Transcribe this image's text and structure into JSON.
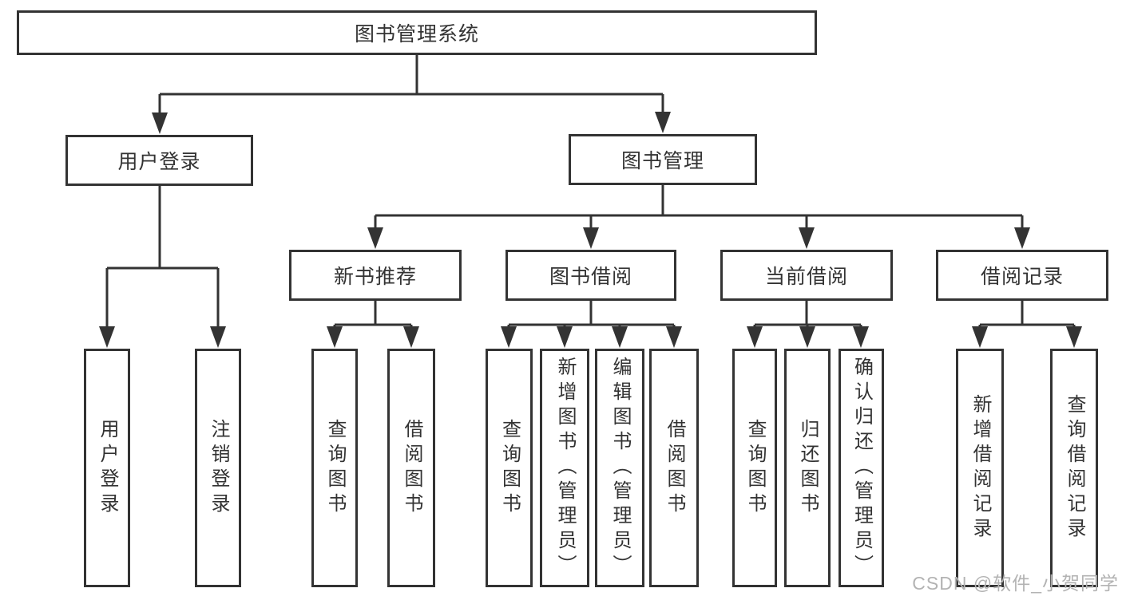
{
  "diagram": {
    "root": {
      "label": "图书管理系统",
      "children": [
        {
          "label": "用户登录",
          "children": [
            {
              "label": "用户登录"
            },
            {
              "label": "注销登录"
            }
          ]
        },
        {
          "label": "图书管理",
          "children": [
            {
              "label": "新书推荐",
              "children": [
                {
                  "label": "查询图书"
                },
                {
                  "label": "借阅图书"
                }
              ]
            },
            {
              "label": "图书借阅",
              "children": [
                {
                  "label": "查询图书"
                },
                {
                  "label": "新增图书（管理员）"
                },
                {
                  "label": "编辑图书（管理员）"
                },
                {
                  "label": "借阅图书"
                }
              ]
            },
            {
              "label": "当前借阅",
              "children": [
                {
                  "label": "查询图书"
                },
                {
                  "label": "归还图书"
                },
                {
                  "label": "确认归还（管理员）"
                }
              ]
            },
            {
              "label": "借阅记录",
              "children": [
                {
                  "label": "新增借阅记录"
                },
                {
                  "label": "查询借阅记录"
                }
              ]
            }
          ]
        }
      ]
    }
  },
  "watermark": {
    "text": "CSDN @软件_小贺同学"
  },
  "colors": {
    "line": "#333333",
    "text": "#333333",
    "box_background": "#ffffff",
    "watermark": "#b3b3b3"
  }
}
